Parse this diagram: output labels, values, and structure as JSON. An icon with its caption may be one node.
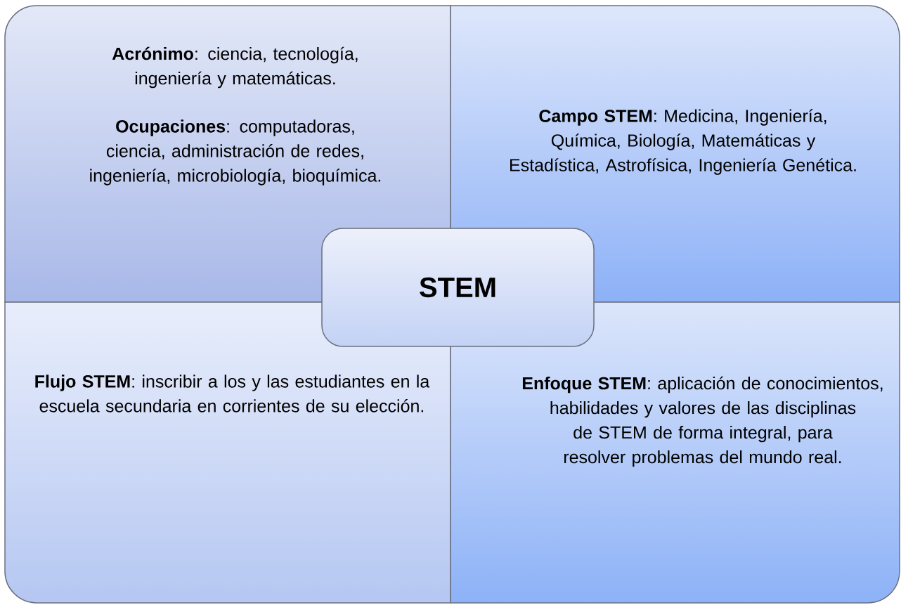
{
  "diagram": {
    "nodes": [
      {
        "text": [
          "**Acrónimo**: ciencia, tecnología, ingeniería y matemáticas.",
          "**Ocupaciones**: computadoras, ciencia, administración de redes, ingeniería, microbiología, bioquímica."
        ]
      },
      {
        "text": [
          "**Campo STEM**: Medicina, Ingeniería, Química, Biología, Matemáticas y Estadística, Astrofísica, Ingeniería Genética."
        ]
      },
      {
        "text": [
          "**Flujo STEM**: inscribir a los y las estudiantes en la escuela secundaria en corrientes de su elección."
        ]
      },
      {
        "text": [
          "**Enfoque STEM**: aplicación de conocimientos, habilidades y valores de las disciplinas de STEM de forma integral, para resolver problemas del mundo real."
        ]
      },
      {
        "text": [
          "STEM"
        ]
      }
    ]
  }
}
